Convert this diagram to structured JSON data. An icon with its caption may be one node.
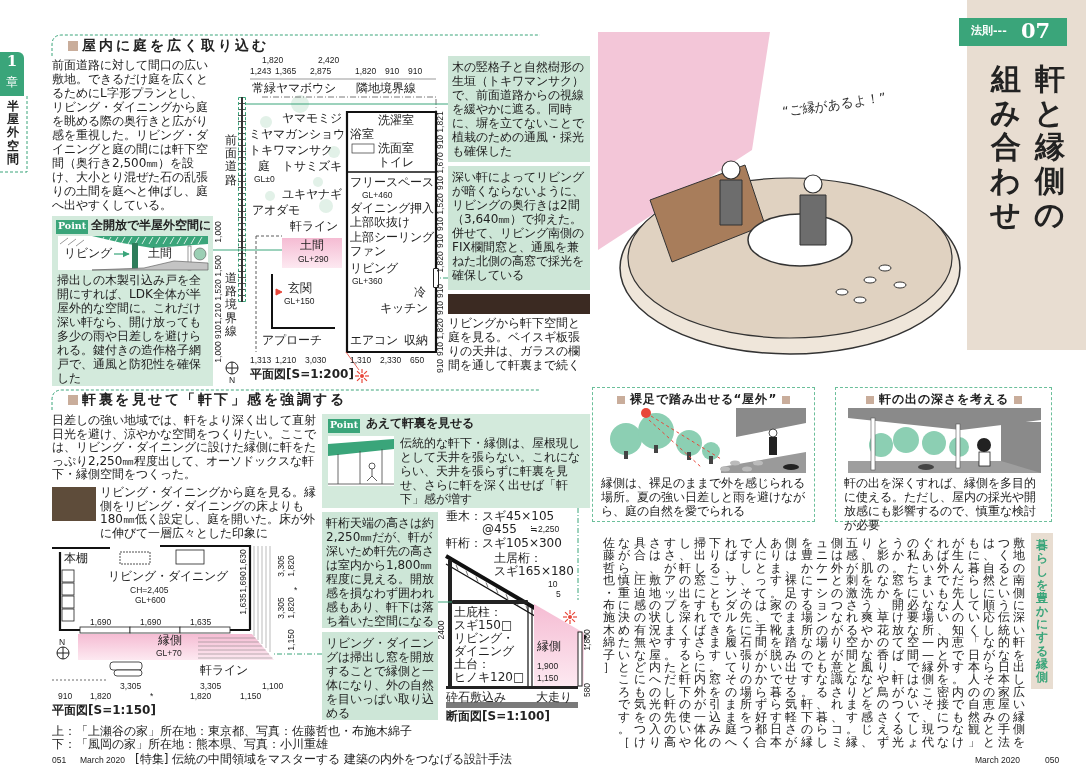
{
  "diagram": {
    "nodes": [
      {
        "text": [
          "1",
          "章"
        ],
        "beside": [
          "半屋外空間"
        ]
      },
      {
        "text": [
          "全開放で半屋外空間に",
          "リビング",
          "土間",
          "掃出しの木製引込み戸を全開にすれば、LDK全体が半屋外的な空間に。これだけ深い軒なら、開け放っても多少の雨や日差しを避けられる。鍵付きの造作格子網戸で、通風と防犯性を確保した"
        ]
      },
      {
        "text": [
          "Point"
        ],
        "in": 1
      },
      {
        "text": [],
        "shape": "bar"
      },
      {
        "text": [
          "土間",
          "GL+290"
        ]
      },
      {
        "text": [],
        "shape": "bar"
      },
      {
        "text": [
          "木の竪格子と自然樹形の生垣（トキワマンサク）で、前面道路からの視線を緩やかに遮る。同時に、塀を立てないことで植栽のための通風・採光も確保した"
        ]
      },
      {
        "text": [
          "深い軒によってリビングが暗くならないように、リビングの奥行きは2間（3,640㎜）で抑えた。併せて、リビング南側のFIX欄間窓と、通風を兼ねた北側の高窓で採光を確保している"
        ]
      },
      {
        "text": [
          "あえて軒裏を見せる",
          "伝統的な軒下・縁側は、屋根現しとして天井を張らない。これにならい、天井を張らずに軒裏を見せ、さらに軒を深く出せば「軒下」感が増す"
        ]
      },
      {
        "text": [
          "Point"
        ],
        "in": 8
      },
      {
        "text": [
          "縁側",
          "GL+70"
        ]
      },
      {
        "text": [
          "軒桁天端の高さは約2,250㎜だが、軒が深いため軒先の高さは室内から1,800㎜程度に見える。開放感を損なわず囲われ感もあり、軒下は落ち着いた空間になる"
        ]
      },
      {
        "text": [
          "リビング・ダイニングは掃出し窓を開放することで縁側と一体になり、外の自然を目いっぱい取り込める"
        ]
      },
      {
        "text": [],
        "shape": "bar"
      },
      {
        "text": [
          "縁側"
        ]
      },
      {
        "text": [
          "法則---",
          "07"
        ]
      },
      {
        "text": [
          "軒と縁側の組み合わせ"
        ]
      },
      {
        "text": [
          "裸足で踏み出せる“屋外”",
          "縁側は、裸足のままで外を感じられる場所。夏の強い日差しと雨を避けながら、庭の自然を愛でられる"
        ]
      },
      {
        "text": [
          "軒の出の深さを考える",
          "軒の出を深くすれば、縁側を多目的に使える。ただし、屋内の採光や開放感にも影響するので、慎重な検討が必要"
        ]
      },
      {
        "text": [
          "暮らしを豊かにする縁側"
        ]
      }
    ],
    "edges": [
      {
        "from": 1,
        "to": 4,
        "arrow": "none"
      },
      {
        "from": 6,
        "to": 3,
        "arrow": "none"
      },
      {
        "from": 7,
        "to": 5,
        "arrow": "none",
        "style": "dashed"
      },
      {
        "from": 8,
        "to": 14,
        "arrow": "none",
        "style": "dashed"
      },
      {
        "from": 11,
        "to": 13,
        "arrow": "none"
      },
      {
        "from": 12,
        "to": 10,
        "arrow": "none",
        "style": "dashed"
      }
    ],
    "labels": [
      "屋内に庭を広く取り込む",
      "前面道路に対して間口の広い敷地。できるだけ庭を広くとるためにL字形プランとし、リビング・ダイニングから庭を眺める際の奥行きと広がり感を重視した。リビング・ダイニングと庭の間には軒下空間（奥行き2,500㎜）を設け、大小とり混ぜた石の乱張りの土間を庭へと伸ばし、庭へ出やすくしている。",
      "1,820",
      "2,420",
      "1,243",
      "1,365",
      "2,875",
      "1,820",
      "910",
      "910",
      "常緑ヤマボウシ",
      "隣地境界線",
      "ヤマモミジ",
      "ミヤマガンショウ",
      "トキワマンサク",
      "庭",
      "GL±0",
      "トサミズキ",
      "ユキヤナギ",
      "アオダモ",
      "軒ライン",
      "前面道路",
      "道路境界線",
      "玄関",
      "GL+150",
      "アプローチ",
      "洗濯室",
      "浴室",
      "洗面室",
      "トイレ",
      "フリースペース",
      "GL+460",
      "ダイニング",
      "押入",
      "上部吹抜け",
      "上部シーリングファン",
      "リビング",
      "GL+360",
      "冷",
      "キッチン",
      "エアコン",
      "収納",
      "1,821",
      "910",
      "1,670",
      "910",
      "1,520",
      "910",
      "910",
      "1,820",
      "910",
      "910",
      "1,820",
      "910",
      "910",
      "1,000",
      "1,500",
      "1,520",
      "1,210",
      "910",
      "1,000",
      "1,313",
      "1,210",
      "3,030",
      "1,310",
      "2,330",
      "650",
      "N",
      "平面図[S=1:200]",
      "リビングから軒下空間と庭を見る。ベイスギ板張りの天井は、ガラスの欄間を通して軒裏まで続く",
      "軒裏を見せて「軒下」感を強調する",
      "日差しの強い地域では、軒をより深く出して直射日光を避け、涼やかな空間をつくりたい。ここでは、リビング・ダイニングに設けた縁側に軒をたっぷり2,250㎜程度出して、オーソドックスな軒下・縁側空間をつくった。",
      "リビング・ダイニングから庭を見る。縁側をリビング・ダイニングの床よりも180㎜低く設定し、庭を開いた。床が外に伸びて一層広々とした印象に",
      "本棚",
      "リビング・ダイニング",
      "CH=2,405",
      "GL+600",
      "N",
      "1,630",
      "1,690",
      "1,635",
      "3,305",
      "1,820",
      "*",
      "3,305",
      "1,820",
      "1,150",
      "1,690",
      "1,690",
      "1,635",
      "軒ライン",
      "3,305",
      "3,305",
      "1,100",
      "910",
      "1,820",
      "*",
      "1,820",
      "1,150",
      "平面図[S=1:150]",
      "2400",
      "垂木：",
      "スギ45×105",
      "@455",
      "≒2,250",
      "軒桁：スギ105×300",
      "土居桁：",
      "スギ165×180",
      "10",
      "5",
      "土庇柱：",
      "スギ150□",
      "リビング・",
      "ダイニング",
      "1,800",
      "土台：",
      "1,900",
      "ヒノキ120□",
      "1,150",
      "砕石敷込み",
      "大走り",
      "580",
      "断面図[S=1:100]",
      "上：「上瀬谷の家」所在地：東京都、写真：佐藤哲也・布施木綿子",
      "下：「風岡の家」所在地：熊本県、写真：小川重雄",
      "051",
      "March 2020",
      "[特集] 伝統の中間領域をマスターする 建築の内外をつなげる設計手法",
      "March 2020",
      "050",
      "“ご縁があるよ！”",
      "敷地の南側に深い軒を出し広い縁側をつくるという伝統的な日本家屋の手法は、自然に順応しながらその恵みとともに暮らしていく「日本人の自然観」が生んだ先人の知恵です。内でもなければ外でもない、内と外を密接につなぐあいまいな場所——縁側こそ、現代の私たちに必要な空間ではないでしょうか。窓を開け放てば、軒がつくる光と影のなか、草花の香りや鳥のさえずり、肌を洗う爽やかな風などを感じ、五感が刺激される空間となります。縁側は外とのつながりが意識され、コミュニケーションの場ともなる、暮らしを豊かにする場所なのです。軒下の縁側は、裸足のまま踏み出せる気軽さがあります。家で靴を脱いで暮らす日本人にとっては、手間がかからず好都合ですし、その先に石張りの場所をつくれば、サンダルを履いてそのまま庭へ下りることもできます。窓を引込みの掃出し窓にすればさらに内外が一体化し、軒の出を深くすると軒下の使いやすさがアップします。ただし軒先の高さは、敷地の状況や屋内への光の入り具合、圧迫感の有無などにも気をつけながら慎重に決めたいところです。［佐藤哲也・布施木綿子］"
    ]
  }
}
